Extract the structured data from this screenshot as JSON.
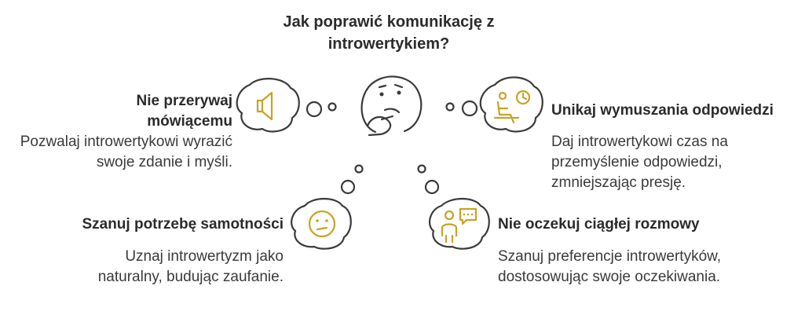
{
  "title": "Jak poprawić komunikację z introwertykiem?",
  "items": [
    {
      "heading": "Nie przerywaj mówiącemu",
      "description": "Pozwalaj introwertykowi wyrazić swoje zdanie i myśli.",
      "icon": "speaker-icon"
    },
    {
      "heading": "Unikaj wymuszania odpowiedzi",
      "description": "Daj introwertykowi czas na przemyślenie odpowiedzi, zmniejszając presję.",
      "icon": "waiting-person-clock-icon"
    },
    {
      "heading": "Szanuj potrzebę samotności",
      "description": "Uznaj introwertyzm jako naturalny, budując zaufanie.",
      "icon": "neutral-face-icon"
    },
    {
      "heading": "Nie oczekuj ciągłej rozmowy",
      "description": "Szanuj preferencje introwertyków, dostosowując swoje oczekiwania.",
      "icon": "person-chat-bubble-icon"
    }
  ],
  "center_icon": "thinking-face-icon",
  "colors": {
    "accent": "#c9a227",
    "text": "#2b2b2b",
    "outline": "#3a3a3a"
  }
}
